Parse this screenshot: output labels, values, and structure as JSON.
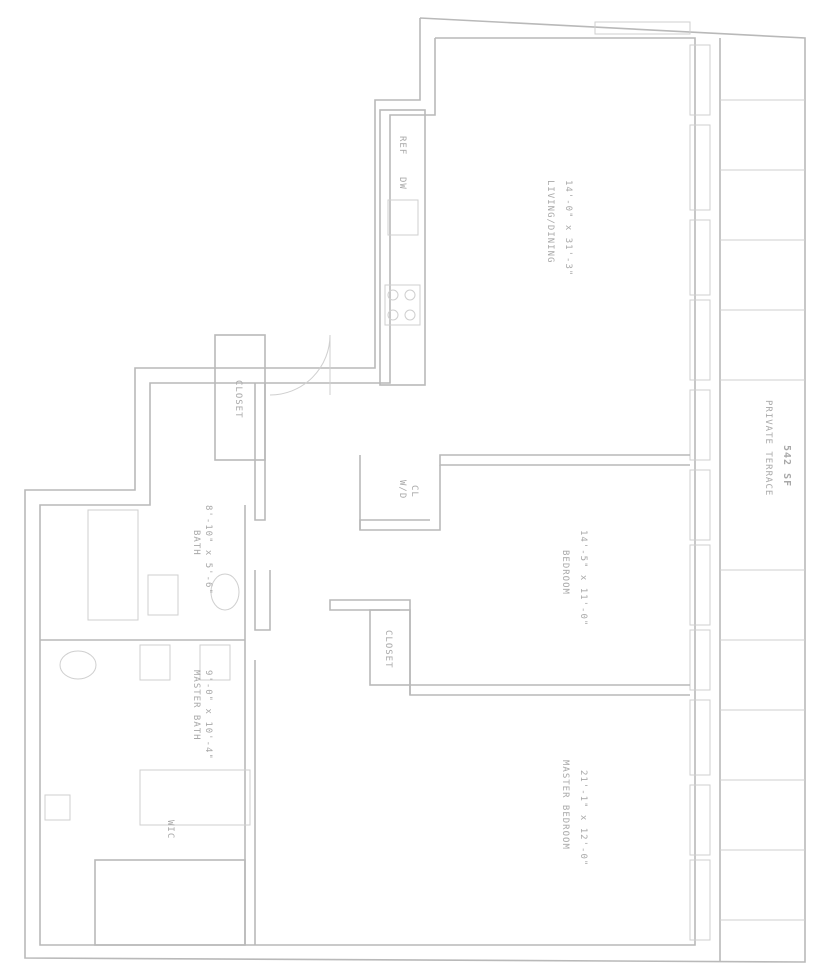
{
  "rooms": {
    "living": {
      "name": "LIVING/DINING",
      "dims": "14'-0\" x 31'-3\""
    },
    "bedroom": {
      "name": "BEDROOM",
      "dims": "14'-5\" x 11'-0\""
    },
    "master_bedroom": {
      "name": "MASTER BEDROOM",
      "dims": "21'-1\" x 12'-0\""
    },
    "terrace": {
      "name": "PRIVATE TERRACE",
      "area": "542 SF"
    },
    "bath": {
      "name": "BATH",
      "dims": "8'-10\" x 5'-6\""
    },
    "master_bath": {
      "name": "MASTER BATH",
      "dims": "9'-0\" x 10'-4\""
    },
    "closet_entry": {
      "name": "CLOSET"
    },
    "closet_bedroom": {
      "name": "CLOSET"
    },
    "wd": {
      "name": "W/D",
      "sub": "CL"
    },
    "wic": {
      "name": "WIC"
    }
  },
  "fixtures": {
    "ref": "REF",
    "dw": "DW"
  },
  "colors": {
    "lines": "#b9b9b9",
    "text": "#a8a8a8",
    "background": "#ffffff"
  }
}
